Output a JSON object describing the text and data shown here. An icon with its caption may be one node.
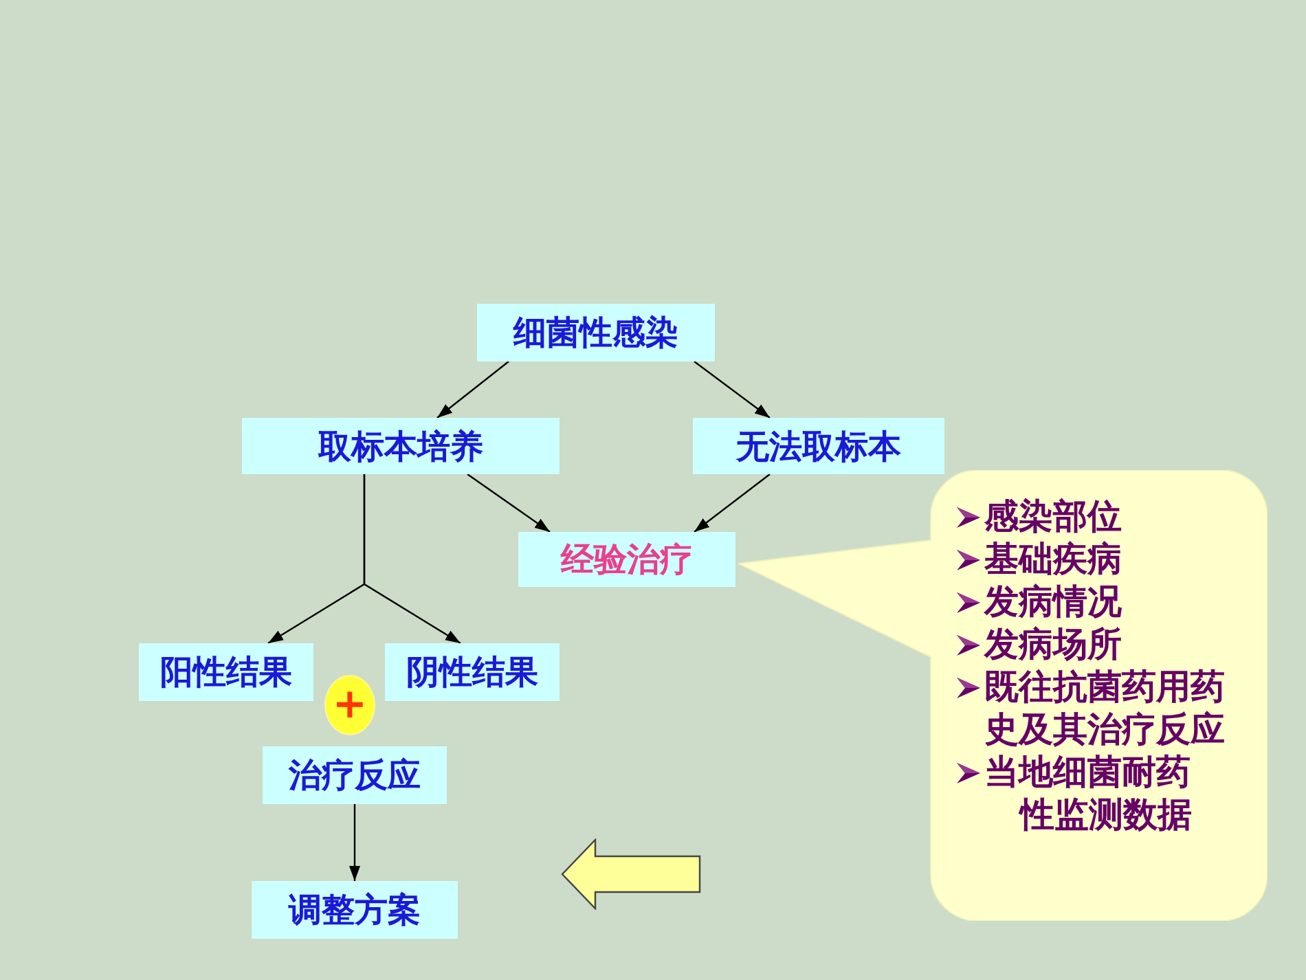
{
  "diagram": {
    "nodes": [
      {
        "text": [
          "细菌性感染"
        ]
      },
      {
        "text": [
          "取标本培养"
        ]
      },
      {
        "text": [
          "无法取标本"
        ]
      },
      {
        "text": [
          "经验治疗"
        ]
      },
      {
        "text": [
          "阳性结果"
        ]
      },
      {
        "text": [
          "阴性结果"
        ]
      },
      {
        "text": [
          "+"
        ]
      },
      {
        "text": [
          "治疗反应"
        ]
      },
      {
        "text": [
          "调整方案"
        ]
      },
      {
        "text": [
          "感染部位",
          "基础疾病",
          "发病情况",
          "发病场所",
          "既往抗菌药用药史及其治疗反应",
          "当地细菌耐药性监测数据"
        ]
      },
      {
        "text": [],
        "shape": "arrow"
      }
    ],
    "edges": [
      {
        "from": 0,
        "to": 1,
        "arrow": "to"
      },
      {
        "from": 0,
        "to": 2,
        "arrow": "to"
      },
      {
        "from": 1,
        "to": 3,
        "arrow": "to"
      },
      {
        "from": 2,
        "to": 3,
        "arrow": "to"
      },
      {
        "from": 1,
        "to": 4,
        "arrow": "to"
      },
      {
        "from": 1,
        "to": 5,
        "arrow": "to"
      },
      {
        "from": 7,
        "to": 8,
        "arrow": "to"
      }
    ]
  }
}
